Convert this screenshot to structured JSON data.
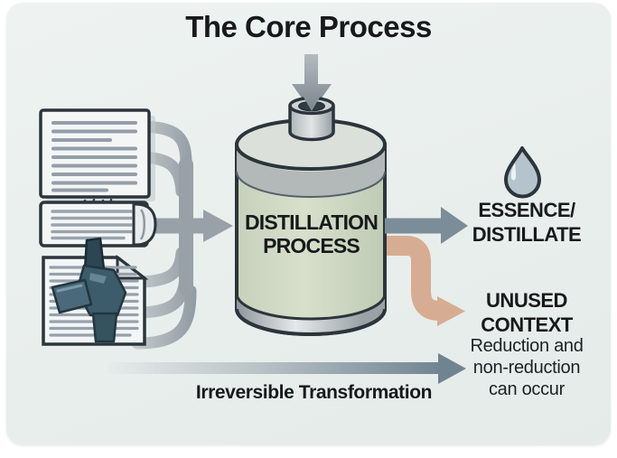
{
  "title": "The Core Process",
  "vessel": {
    "line1": "DISTILLATION",
    "line2": "PROCESS"
  },
  "outputs": {
    "essence": {
      "line1": "ESSENCE/",
      "line2": "DISTILLATE"
    },
    "unused": {
      "line1": "UNUSED",
      "line2": "CONTEXT",
      "note_line1": "Reduction and",
      "note_line2": "non-reduction",
      "note_line3": "can occur"
    }
  },
  "bottom_arrow": {
    "label": "Irreversible Transformation"
  },
  "colors": {
    "outline": "#2b353b",
    "vessel_body_accent": "#ccd6c2",
    "steel_arrow": "#7b8d98",
    "unused_arrow": "#d6ad93",
    "droplet_fill": "#b5c4cc",
    "pipe_gray": "#98a1a8",
    "card_background": "#e9efec",
    "text": "#17191b"
  },
  "icons": {
    "documents": "document-stack",
    "machine": "machine-part-illustration",
    "feed": "down-arrow",
    "merge": "merge-right-arrow",
    "vessel": "distillation-canister",
    "droplet": "water-drop",
    "timeline": "long-right-arrow"
  }
}
